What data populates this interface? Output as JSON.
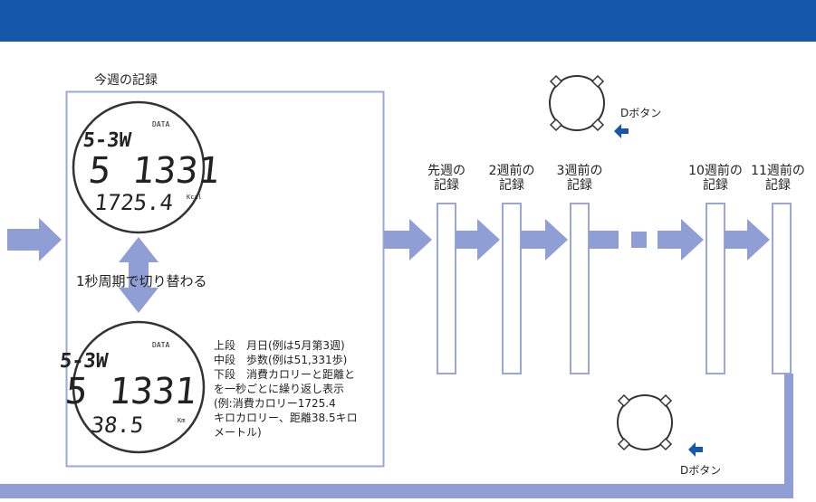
{
  "colors": {
    "header": "#1557a8",
    "arrow": "#8f9fd5",
    "frame": "#9aa8d8",
    "button_arrow": "#1557a8"
  },
  "main_box": {
    "title": "今週の記録",
    "cycle_label": "1秒周期で切り替わる",
    "watch_top": {
      "data_label": "DATA",
      "row1": "5-3W",
      "row2": "5 1331",
      "row3": "1725.4",
      "unit": "Kcal"
    },
    "watch_bottom": {
      "data_label": "DATA",
      "row1": "5-3W",
      "row2": "5 1331",
      "row3": "38.5",
      "unit": "Km"
    },
    "notes": [
      "上段　月日(例は5月第3週)",
      "中段　歩数(例は51,331歩)",
      "下段　消費カロリーと距離と",
      "を一秒ごとに繰り返し表示",
      "(例:消費カロリー1725.4",
      "キロカロリー、距離38.5キロ",
      "メートル)"
    ]
  },
  "records": [
    {
      "line1": "先週の",
      "line2": "記録"
    },
    {
      "line1": "2週前の",
      "line2": "記録"
    },
    {
      "line1": "3週前の",
      "line2": "記録"
    },
    {
      "line1": "10週前の",
      "line2": "記録"
    },
    {
      "line1": "11週前の",
      "line2": "記録"
    }
  ],
  "button_top_label": "Dボタン",
  "button_bottom_label": "Dボタン"
}
